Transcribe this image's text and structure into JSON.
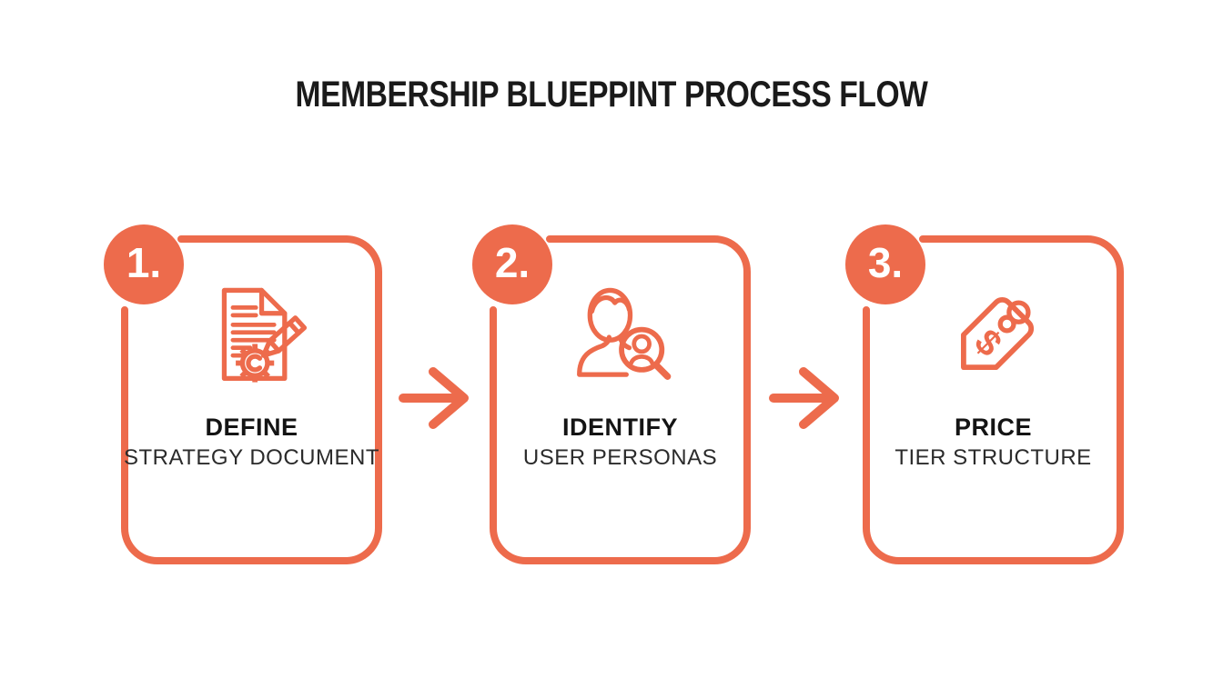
{
  "title": "MEMBERSHIP BLUEPPINT PROCESS FLOW",
  "colors": {
    "accent": "#ED6B4C",
    "badge_number": "#FFFFFF",
    "heading_text": "#1A1A1A",
    "step_title_text": "#141414",
    "step_subtitle_text": "#2B2B2B",
    "background": "#FFFFFF"
  },
  "steps": [
    {
      "number": "1.",
      "title": "DEFINE",
      "subtitle": "STRATEGY DOCUMENT",
      "icon": "document-gear-pencil-icon"
    },
    {
      "number": "2.",
      "title": "IDENTIFY",
      "subtitle": "USER PERSONAS",
      "icon": "user-persona-search-icon"
    },
    {
      "number": "3.",
      "title": "PRICE",
      "subtitle": "TIER STRUCTURE",
      "icon": "price-tag-icon"
    }
  ],
  "connectors": [
    {
      "icon": "arrow-right-icon"
    },
    {
      "icon": "arrow-right-icon"
    }
  ]
}
